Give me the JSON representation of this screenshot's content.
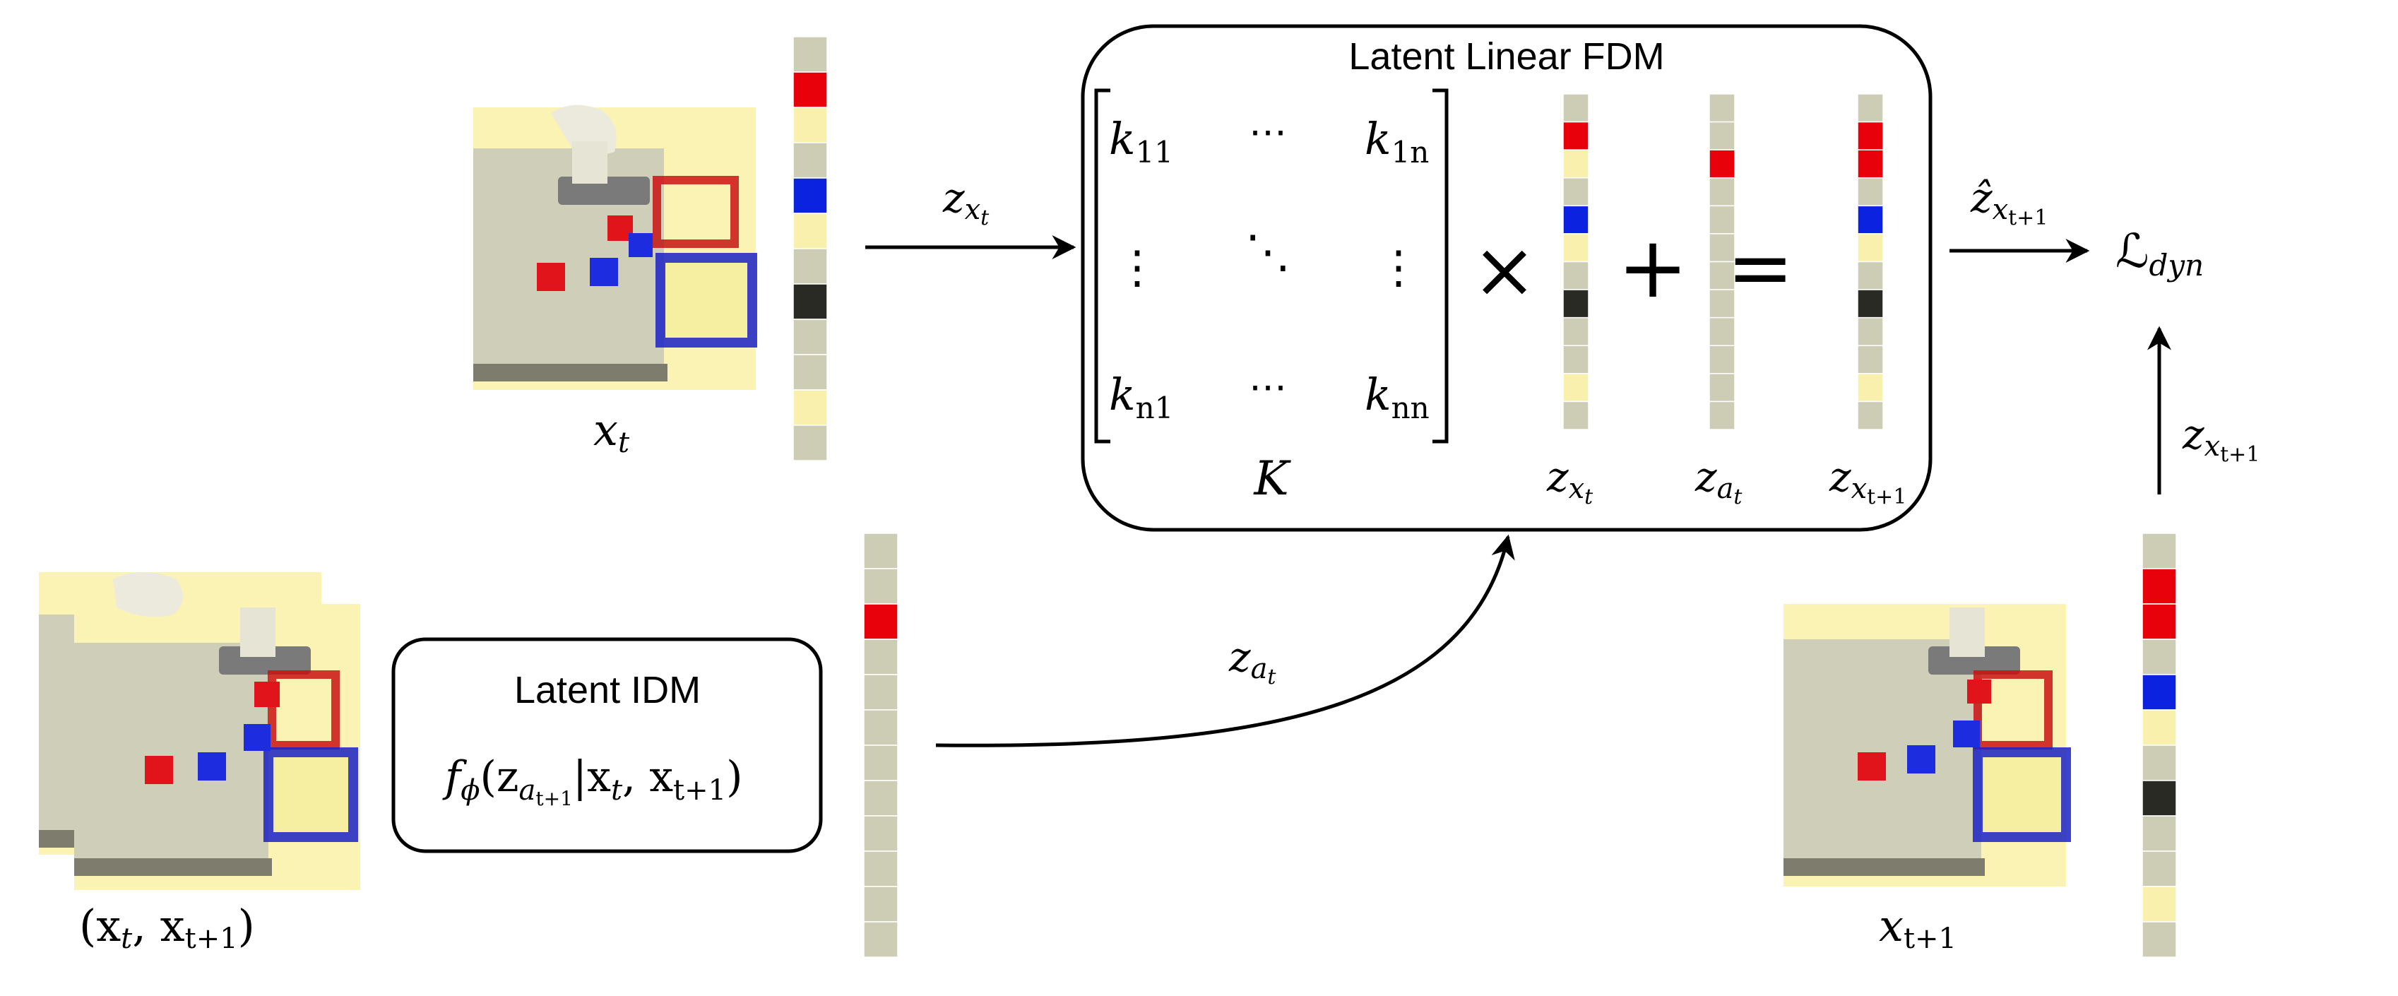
{
  "colors": {
    "cream": "#faf0ae",
    "gray": "#cdcdb6",
    "red": "#e8000b",
    "blue": "#0b22e0",
    "dark": "#2a2a24",
    "table": "#cfceb8",
    "table_edge": "#7d7c6d",
    "stroke": "#000000"
  },
  "fdm": {
    "title": "Latent Linear FDM",
    "matrix": {
      "k11": "k",
      "k11_sub": "11",
      "k1n": "k",
      "k1n_sub": "1n",
      "kn1": "k",
      "kn1_sub": "n1",
      "knn": "k",
      "knn_sub": "nn",
      "dots_h": "⋯",
      "dots_v": "⋮",
      "dots_d": "⋱",
      "label": "K"
    },
    "times": "×",
    "plus": "+",
    "equals": "=",
    "vec_labels": {
      "zx": "z",
      "zx_sub": "x",
      "zx_subsub": "t",
      "za": "z",
      "za_sub": "a",
      "za_subsub": "t",
      "zx1": "z",
      "zx1_sub": "x",
      "zx1_subsub": "t+1"
    },
    "vector_zxt": [
      "gray",
      "red",
      "cream",
      "gray",
      "blue",
      "cream",
      "gray",
      "dark",
      "gray",
      "gray",
      "cream",
      "gray"
    ],
    "vector_zat": [
      "gray",
      "gray",
      "red",
      "gray",
      "gray",
      "gray",
      "gray",
      "gray",
      "gray",
      "gray",
      "gray",
      "gray"
    ],
    "vector_zxt1": [
      "gray",
      "red",
      "red",
      "gray",
      "blue",
      "cream",
      "gray",
      "dark",
      "gray",
      "gray",
      "cream",
      "gray"
    ]
  },
  "idm": {
    "title": "Latent IDM",
    "formula_f": "f",
    "formula_phi": "ϕ",
    "formula_body": "(z",
    "formula_a": "a",
    "formula_t1": "t+1",
    "formula_bar": "|x",
    "formula_t": "t",
    "formula_comma": ", x",
    "formula_t1b": "t+1",
    "formula_close": ")"
  },
  "labels": {
    "xt": "x",
    "xt_sub": "t",
    "pair": "(x",
    "pair_t": "t",
    "pair_mid": ", x",
    "pair_t1": "t+1",
    "pair_close": ")",
    "xt1": "x",
    "xt1_sub": "t+1",
    "arrow_zxt": "z",
    "arrow_zxt_sub": "x",
    "arrow_zxt_subsub": "t",
    "arrow_zat": "z",
    "arrow_zat_sub": "a",
    "arrow_zat_subsub": "t",
    "hat_z": "ẑ",
    "hat_z_sub": "x",
    "hat_z_subsub": "t+1",
    "up_z": "z",
    "up_z_sub": "x",
    "up_z_subsub": "t+1",
    "loss": "ℒ",
    "loss_sub": "dyn"
  },
  "strips": {
    "top_zxt": [
      "gray",
      "red",
      "cream",
      "gray",
      "blue",
      "cream",
      "gray",
      "dark",
      "gray",
      "gray",
      "cream",
      "gray"
    ],
    "idm_zat": [
      "gray",
      "gray",
      "red",
      "gray",
      "gray",
      "gray",
      "gray",
      "gray",
      "gray",
      "gray",
      "gray",
      "gray"
    ],
    "right_zxt1": [
      "gray",
      "red",
      "red",
      "gray",
      "blue",
      "cream",
      "gray",
      "dark",
      "gray",
      "gray",
      "cream",
      "gray"
    ]
  }
}
